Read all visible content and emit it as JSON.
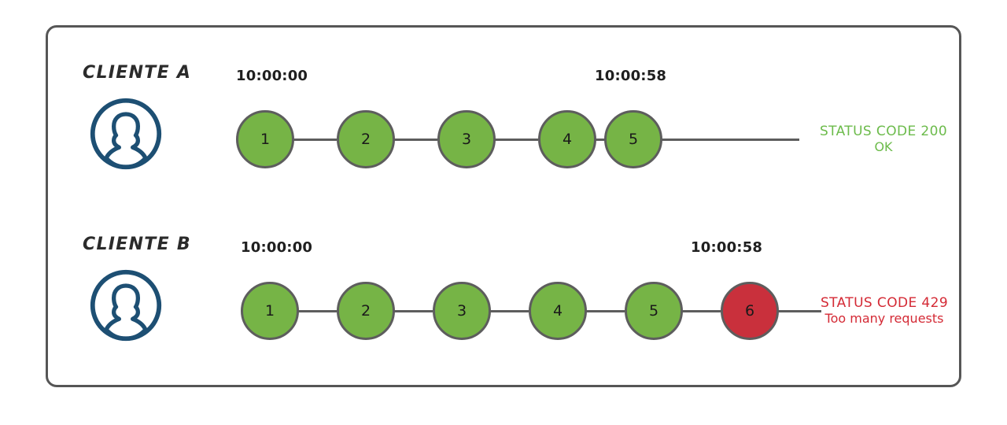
{
  "diagram": {
    "title_visible": false,
    "frame_border_color": "#565656",
    "colors": {
      "node_ok": "#76b446",
      "node_error": "#c9303c",
      "node_border": "#5d5d5d",
      "connector": "#5d5d5d",
      "avatar": "#1d4f73",
      "status_ok_text": "#6cbb4b",
      "status_error_text": "#d42a35"
    },
    "rows": [
      {
        "client_label": "CLIENTE A",
        "avatar_icon": "user-avatar-icon",
        "start_timestamp": "10:00:00",
        "end_timestamp": "10:00:58",
        "nodes": [
          {
            "number": "1",
            "state": "ok"
          },
          {
            "number": "2",
            "state": "ok"
          },
          {
            "number": "3",
            "state": "ok"
          },
          {
            "number": "4",
            "state": "ok"
          },
          {
            "number": "5",
            "state": "ok"
          }
        ],
        "status": {
          "line1": "STATUS CODE 200",
          "line2": "OK",
          "state": "ok"
        }
      },
      {
        "client_label": "CLIENTE B",
        "avatar_icon": "user-avatar-icon",
        "start_timestamp": "10:00:00",
        "end_timestamp": "10:00:58",
        "nodes": [
          {
            "number": "1",
            "state": "ok"
          },
          {
            "number": "2",
            "state": "ok"
          },
          {
            "number": "3",
            "state": "ok"
          },
          {
            "number": "4",
            "state": "ok"
          },
          {
            "number": "5",
            "state": "ok"
          },
          {
            "number": "6",
            "state": "error"
          }
        ],
        "status": {
          "line1": "STATUS CODE 429",
          "line2": "Too many requests",
          "state": "error"
        }
      }
    ]
  }
}
